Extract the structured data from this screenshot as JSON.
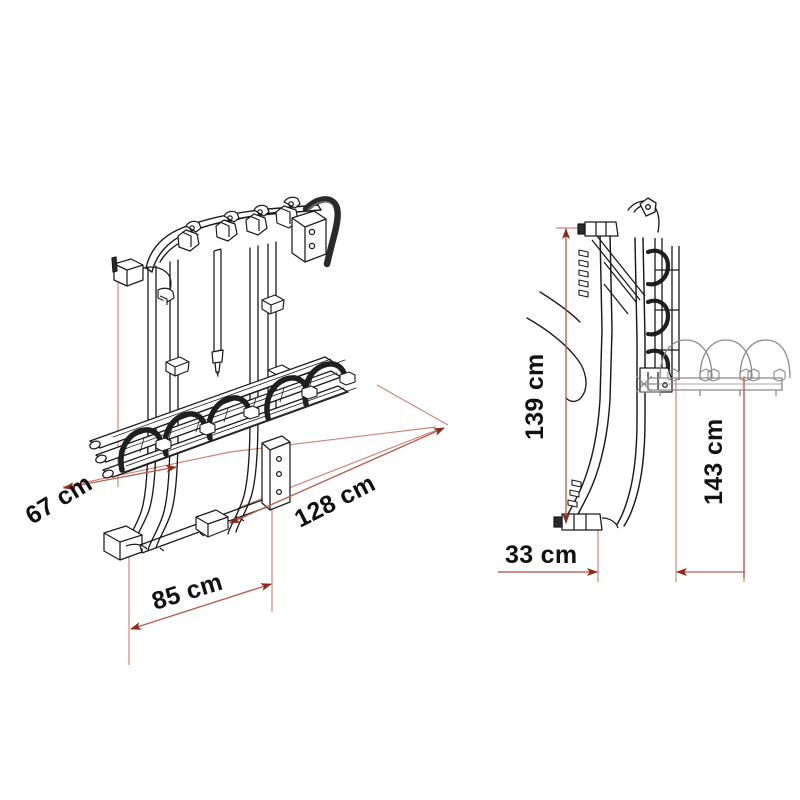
{
  "document": {
    "type": "technical-dimension-drawing",
    "subject": "rear-mounted bicycle carrier rack",
    "background_color": "#ffffff",
    "line_color": "#1a1a1a",
    "ghost_line_color": "#8a8a8a",
    "dimension_line_color": "#b5604f",
    "dimension_arrow_color": "#8e2a1c",
    "views": [
      {
        "id": "isometric",
        "name": "three-quarter isometric view"
      },
      {
        "id": "side",
        "name": "side profile view"
      }
    ]
  },
  "dimensions": {
    "depth": {
      "value": "67 cm",
      "view": "isometric",
      "axis": "depth",
      "rotation": -31
    },
    "width": {
      "value": "85 cm",
      "view": "isometric",
      "axis": "width",
      "rotation": -17
    },
    "length": {
      "value": "128 cm",
      "view": "isometric",
      "axis": "length",
      "rotation": -27
    },
    "height_frame": {
      "value": "139 cm",
      "view": "side",
      "axis": "height",
      "rotation": -90
    },
    "height_total": {
      "value": "143 cm",
      "view": "side",
      "axis": "height",
      "rotation": -90
    },
    "depth_side": {
      "value": "33 cm",
      "view": "side",
      "axis": "depth",
      "rotation": 0
    }
  },
  "features": {
    "wheel_rail_count": 3,
    "wheel_strap_count": 3,
    "frame_clamp_count": 3,
    "ghost_wheel_arc_count": 3
  }
}
